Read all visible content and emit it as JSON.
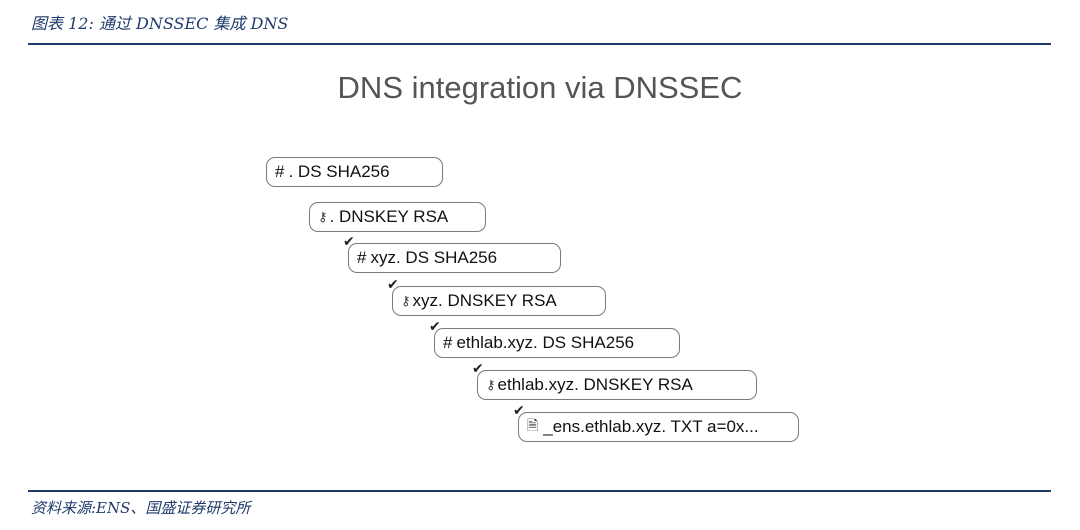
{
  "caption": "图表 12:  通过 DNSSEC 集成 DNS",
  "source": "资料来源:ENS、国盛证券研究所",
  "diagram": {
    "title": "DNS integration via DNSSEC",
    "nodes": [
      {
        "icon": "hash-icon",
        "glyph": "#",
        "label": ". DS SHA256"
      },
      {
        "icon": "key-icon",
        "glyph": "⚷",
        "label": ". DNSKEY RSA"
      },
      {
        "icon": "hash-icon",
        "glyph": "#",
        "label": "xyz. DS SHA256"
      },
      {
        "icon": "key-icon",
        "glyph": "⚷",
        "label": "xyz. DNSKEY RSA"
      },
      {
        "icon": "hash-icon",
        "glyph": "#",
        "label": "ethlab.xyz. DS SHA256"
      },
      {
        "icon": "key-icon",
        "glyph": "⚷",
        "label": "ethlab.xyz. DNSKEY RSA"
      },
      {
        "icon": "document-icon",
        "glyph": "🗎",
        "label": "_ens.ethlab.xyz. TXT a=0x..."
      }
    ],
    "verified_glyph": "✔"
  }
}
